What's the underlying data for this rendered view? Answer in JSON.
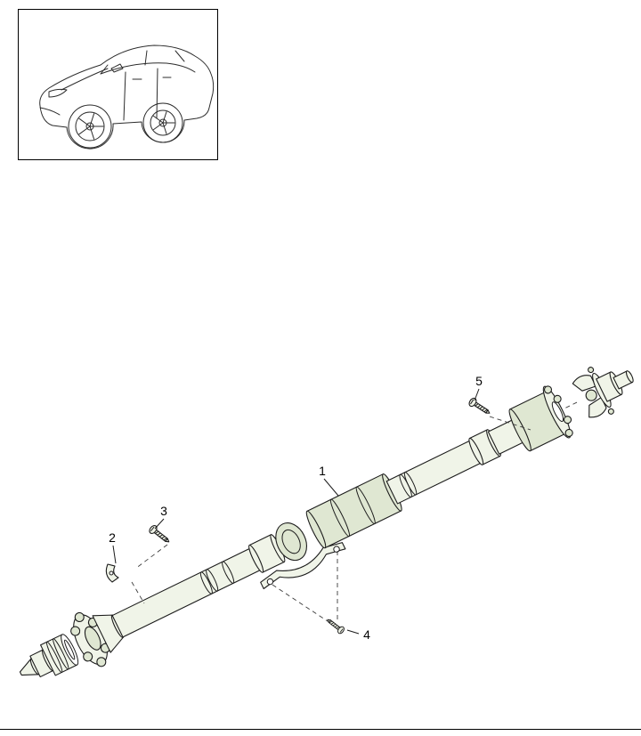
{
  "page": {
    "background": "#ffffff",
    "rule_color": "#000000"
  },
  "vehicle_thumbnail": {
    "icon": "car-line-drawing-icon",
    "border_color": "#000000"
  },
  "diagram": {
    "kind": "exploded-parts-drawing",
    "subject_icon": "propeller-shaft-drawing",
    "line_color": "#1c1c1c",
    "part_tint": "#f0f4e8",
    "part_shade": "#dfe7d2",
    "callouts": [
      {
        "label": "1"
      },
      {
        "label": "2"
      },
      {
        "label": "3"
      },
      {
        "label": "4"
      },
      {
        "label": "5"
      }
    ]
  }
}
